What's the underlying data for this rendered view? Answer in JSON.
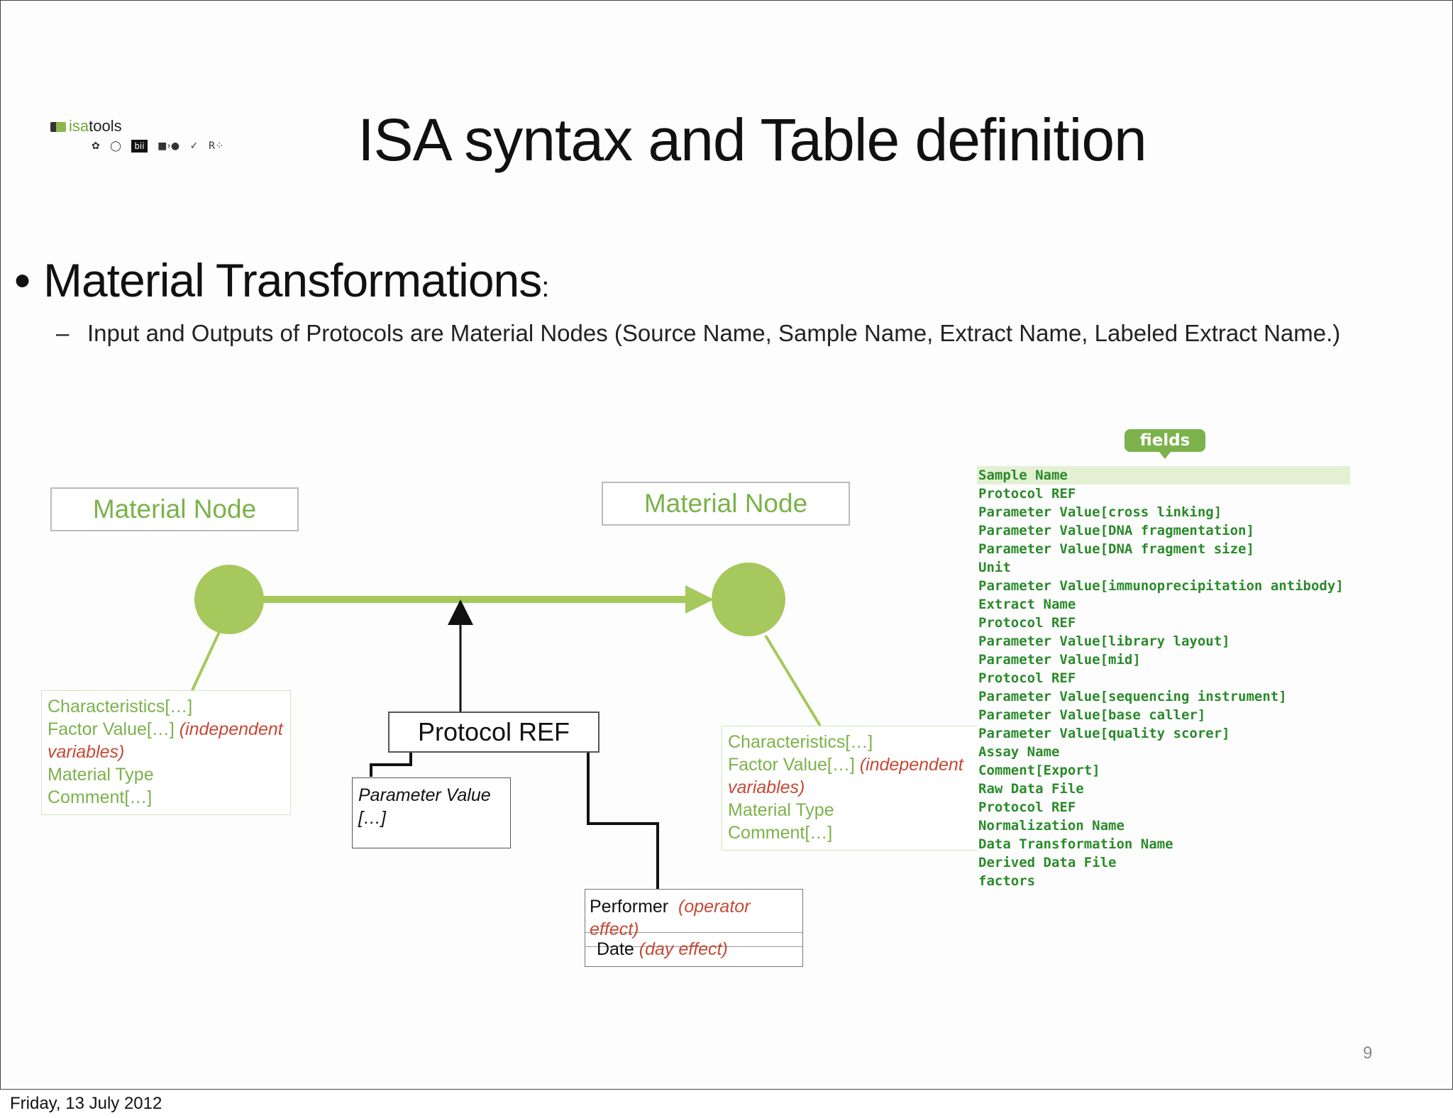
{
  "title": "ISA syntax and Table definition",
  "logo": {
    "name": "isatools",
    "name_prefix": "isa",
    "name_suffix": "tools",
    "partner_logos": [
      "bii"
    ]
  },
  "bullet": {
    "heading": "Material Transformations",
    "colon": ":",
    "sub": "Input and Outputs of Protocols are Material Nodes (Source Name, Sample Name, Extract Name, Labeled Extract Name.)"
  },
  "diagram": {
    "left_node_label": "Material Node",
    "right_node_label": "Material Node",
    "protocol_ref_label": "Protocol REF",
    "parameter_value": {
      "line1": "Parameter Value",
      "line2": "[…]"
    },
    "performer": {
      "label": "Performer",
      "note": "(operator effect)"
    },
    "date": {
      "label": "Date",
      "note": "(day effect)"
    },
    "left_attributes": {
      "characteristics": "Characteristics[…]",
      "factor_value": "Factor Value[…]",
      "factor_note_1": "(independent",
      "factor_note_2": "variables)",
      "material_type": "Material Type",
      "comment": "Comment[…]"
    },
    "right_attributes": {
      "characteristics": "Characteristics[…]",
      "factor_value": "Factor Value[…]",
      "factor_note_1": "(independent",
      "factor_note_2": "variables)",
      "material_type": "Material Type",
      "comment": "Comment[…]"
    },
    "colors": {
      "node_green": "#a6c85c",
      "accent_green": "#7bb24a",
      "note_red": "#c44a35"
    }
  },
  "fields": {
    "badge": "fields",
    "items": [
      "Sample Name",
      "Protocol REF",
      "Parameter Value[cross linking]",
      "Parameter Value[DNA fragmentation]",
      "Parameter Value[DNA fragment size]",
      "Unit",
      "Parameter Value[immunoprecipitation antibody]",
      "Extract Name",
      "Protocol REF",
      "Parameter Value[library layout]",
      "Parameter Value[mid]",
      "Protocol REF",
      "Parameter Value[sequencing instrument]",
      "Parameter Value[base caller]",
      "Parameter Value[quality scorer]",
      "Assay Name",
      "Comment[Export]",
      "Raw Data File",
      "Protocol REF",
      "Normalization Name",
      "Data Transformation Name",
      "Derived Data File",
      "factors"
    ]
  },
  "page_number": "9",
  "footer_date": "Friday, 13 July 2012"
}
